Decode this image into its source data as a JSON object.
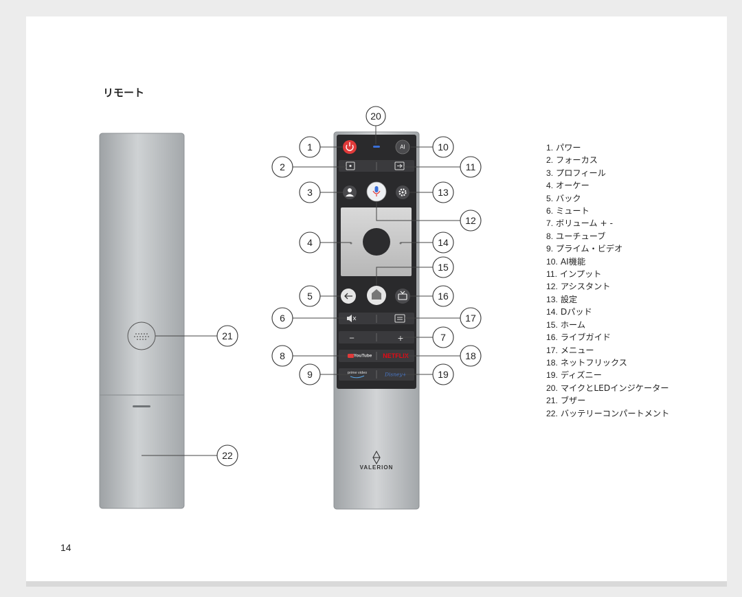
{
  "page": {
    "title": "リモート",
    "page_number": "14"
  },
  "legend": [
    {
      "num": "1.",
      "label": "パワー"
    },
    {
      "num": "2.",
      "label": "フォーカス"
    },
    {
      "num": "3.",
      "label": "プロフィール"
    },
    {
      "num": "4.",
      "label": "オーケー"
    },
    {
      "num": "5.",
      "label": "バック"
    },
    {
      "num": "6.",
      "label": "ミュート"
    },
    {
      "num": "7.",
      "label": "ボリューム + -"
    },
    {
      "num": "8.",
      "label": "ユーチューブ"
    },
    {
      "num": "9.",
      "label": "プライム・ビデオ"
    },
    {
      "num": "10.",
      "label": "AI機能"
    },
    {
      "num": "11.",
      "label": "インプット"
    },
    {
      "num": "12.",
      "label": "アシスタント"
    },
    {
      "num": "13.",
      "label": "設定"
    },
    {
      "num": "14.",
      "label": "Dパッド"
    },
    {
      "num": "15.",
      "label": "ホーム"
    },
    {
      "num": "16.",
      "label": "ライブガイド"
    },
    {
      "num": "17.",
      "label": "メニュー"
    },
    {
      "num": "18.",
      "label": "ネットフリックス"
    },
    {
      "num": "19.",
      "label": "ディズニー"
    },
    {
      "num": "20.",
      "label": "マイクとLEDインジケーター"
    },
    {
      "num": "21.",
      "label": "ブザー"
    },
    {
      "num": "22.",
      "label": "バッテリーコンパートメント"
    }
  ],
  "callouts": [
    "1",
    "2",
    "3",
    "4",
    "5",
    "6",
    "7",
    "8",
    "9",
    "10",
    "11",
    "12",
    "13",
    "14",
    "15",
    "16",
    "17",
    "18",
    "19",
    "20",
    "21",
    "22"
  ],
  "remote_front": {
    "brand": "VALERION",
    "ai_label": "AI",
    "youtube_label": "YouTube",
    "netflix_label": "NETFLIX",
    "prime_label": "prime video",
    "disney_label": "Disney+",
    "minus_label": "−",
    "plus_label": "+"
  },
  "colors": {
    "remote_body": "#b9bcbe",
    "button_panel": "#2a2a2c",
    "power": "#e03a3a",
    "mic_led": "#3a6fd8",
    "netflix": "#e50914"
  }
}
